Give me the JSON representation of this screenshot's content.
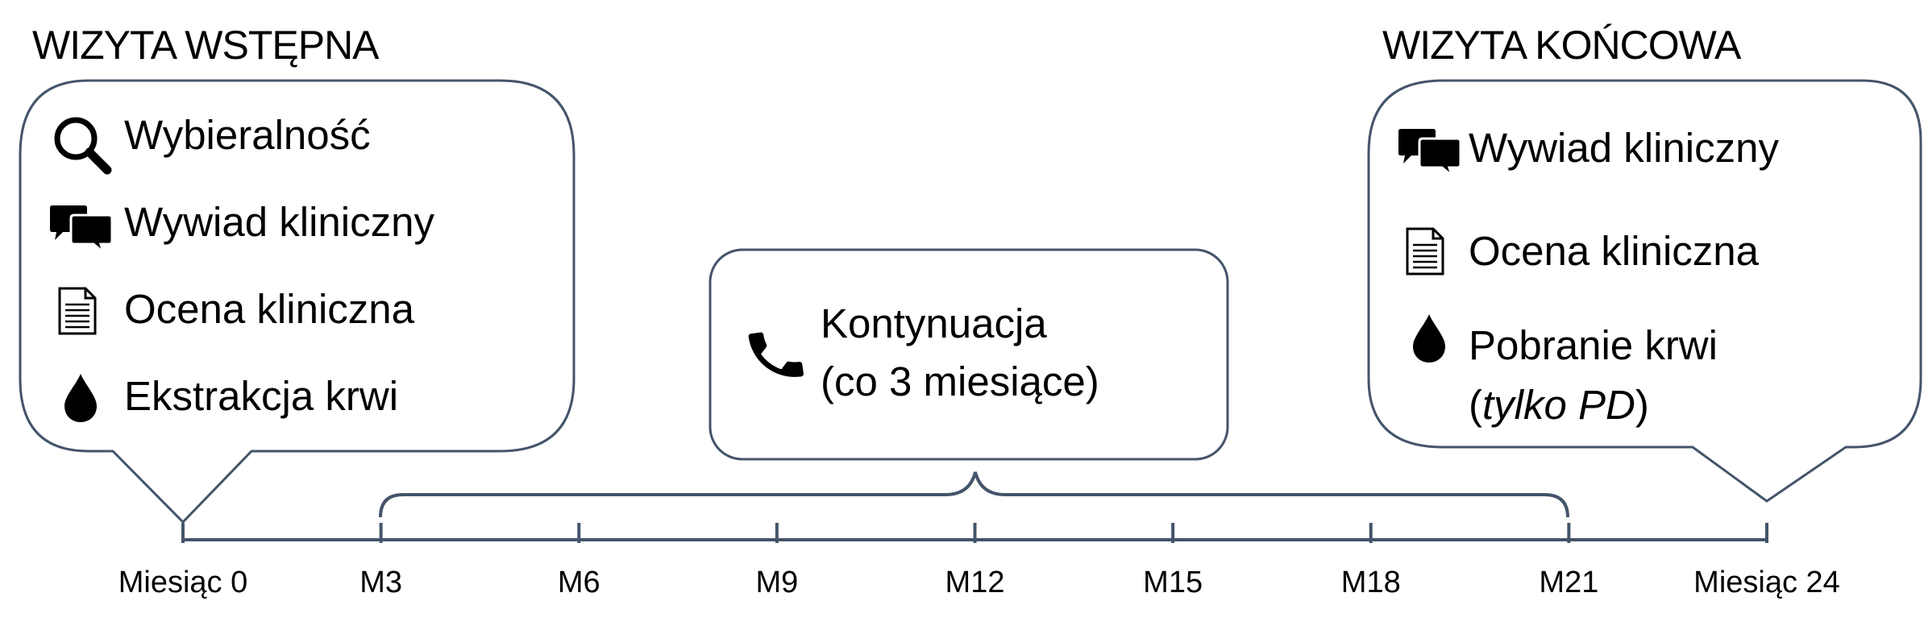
{
  "initial_visit": {
    "title": "WIZYTA WSTĘPNA",
    "items": [
      {
        "icon": "magnifier-icon",
        "label": "Wybieralność"
      },
      {
        "icon": "speech-bubbles-icon",
        "label": "Wywiad kliniczny"
      },
      {
        "icon": "document-icon",
        "label": "Ocena kliniczna"
      },
      {
        "icon": "blood-drop-icon",
        "label": "Ekstrakcja krwi"
      }
    ]
  },
  "final_visit": {
    "title": "WIZYTA KOŃCOWA",
    "items": [
      {
        "icon": "speech-bubbles-icon",
        "label": "Wywiad kliniczny"
      },
      {
        "icon": "document-icon",
        "label": "Ocena kliniczna"
      },
      {
        "icon": "blood-drop-icon",
        "label": "Pobranie krwi",
        "note_prefix": "(",
        "note": "tylko PD",
        "note_suffix": ")"
      }
    ]
  },
  "followup": {
    "icon": "phone-icon",
    "line1": "Kontynuacja",
    "line2": "(co 3 miesiące)"
  },
  "timeline": {
    "ticks": [
      "Miesiąc 0",
      "M3",
      "M6",
      "M9",
      "M12",
      "M15",
      "M18",
      "M21",
      "Miesiąc 24"
    ]
  },
  "colors": {
    "line": "#44546a",
    "text": "#000000",
    "background": "#ffffff"
  }
}
